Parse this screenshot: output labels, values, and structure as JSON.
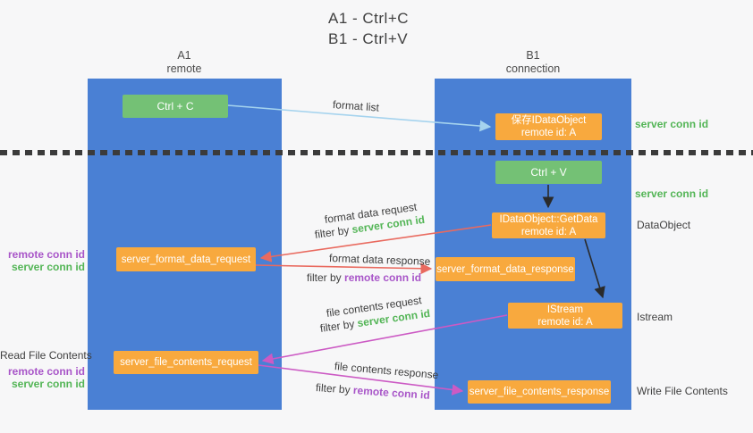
{
  "title": {
    "line1": "A1 - Ctrl+C",
    "line2": "B1 - Ctrl+V"
  },
  "lifelines": {
    "a1": {
      "name": "A1",
      "subtitle": "remote"
    },
    "b1": {
      "name": "B1",
      "subtitle": "connection"
    }
  },
  "nodes": {
    "ctrl_c": {
      "label": "Ctrl + C"
    },
    "save_idataobject": {
      "line1": "保存IDataObject",
      "line2": "remote id: A"
    },
    "ctrl_v": {
      "label": "Ctrl + V"
    },
    "getdata": {
      "line1": "IDataObject::GetData",
      "line2": "remote id: A"
    },
    "format_request": {
      "label": "server_format_data_request"
    },
    "format_response": {
      "label": "server_format_data_response"
    },
    "istream": {
      "line1": "IStream",
      "line2": "remote id: A"
    },
    "file_request": {
      "label": "server_file_contents_request"
    },
    "file_response": {
      "label": "server_file_contents_response"
    }
  },
  "arrow_labels": {
    "format_list": "format list",
    "format_data_request": "format data request",
    "format_data_response": "format data response",
    "file_contents_request": "file contents request",
    "file_contents_response": "file contents response",
    "filter_by": "filter by"
  },
  "side_labels": {
    "server_conn_id": "server conn id",
    "remote_conn_id": "remote conn id",
    "dataobject": "DataObject",
    "istream": "Istream",
    "read_file_contents": "Read File Contents",
    "write_file_contents": "Write File Contents"
  },
  "colors": {
    "lifeline-blue": "#4a80d4",
    "node-green": "#74c175",
    "node-orange": "#f8a93e",
    "arrow-blue": "#a5d3ee",
    "arrow-red": "#e96a5f",
    "arrow-magenta": "#cc5ac4",
    "arrow-black": "#2a2a2a",
    "text-green": "#53b556",
    "text-purple": "#a855c8",
    "text-dark": "#3f3f3f",
    "background": "#f7f7f8"
  }
}
